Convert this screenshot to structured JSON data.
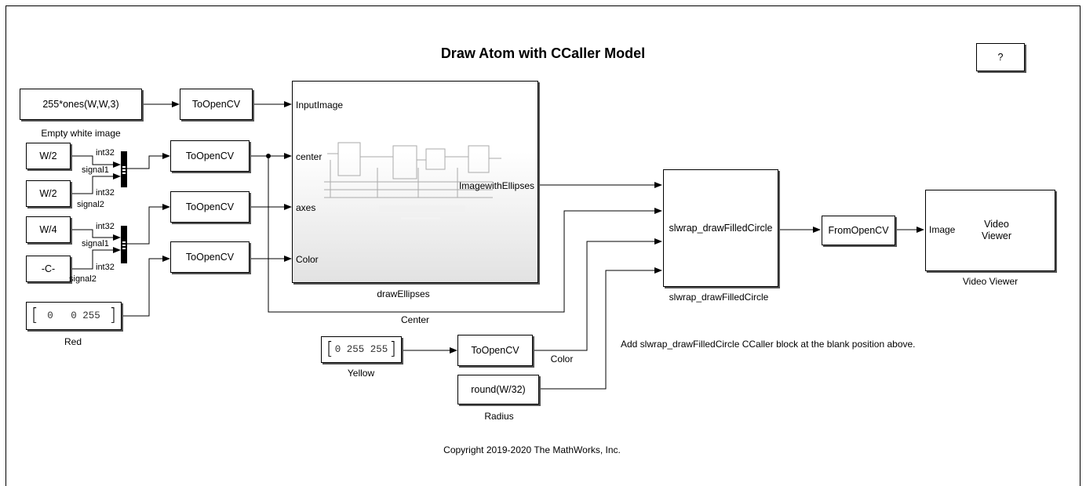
{
  "title": "Draw Atom with CCaller Model",
  "help_block": "?",
  "blocks": {
    "empty_white_image": {
      "text": "255*ones(W,W,3)",
      "caption": "Empty white image"
    },
    "w2_a": "W/2",
    "w2_b": "W/2",
    "w4": "W/4",
    "const_c": "-C-",
    "red": {
      "value": "0   0 255",
      "caption": "Red"
    },
    "yellow": {
      "value": "0 255 255",
      "caption": "Yellow"
    },
    "radius": {
      "text": "round(W/32)",
      "caption": "Radius"
    },
    "to_opencv_1": "ToOpenCV",
    "to_opencv_2": "ToOpenCV",
    "to_opencv_3": "ToOpenCV",
    "to_opencv_4": "ToOpenCV",
    "to_opencv_5": "ToOpenCV",
    "draw_ellipses": {
      "caption": "drawEllipses",
      "in_ports": [
        "InputImage",
        "center",
        "axes",
        "Color"
      ],
      "out_port": "ImagewithEllipses"
    },
    "filled_circle": {
      "text": "slwrap_drawFilledCircle",
      "caption": "slwrap_drawFilledCircle"
    },
    "from_opencv": "FromOpenCV",
    "video_viewer": {
      "port": "Image",
      "text_line1": "Video",
      "text_line2": "Viewer",
      "caption": "Video Viewer"
    }
  },
  "signal_labels": {
    "int32_a": "int32",
    "signal1_a": "signal1",
    "int32_b": "int32",
    "signal2_a": "signal2",
    "int32_c": "int32",
    "signal1_b": "signal1",
    "int32_d": "int32",
    "signal2_b": "signal2",
    "center": "Center",
    "color": "Color"
  },
  "annotation": "Add slwrap_drawFilledCircle CCaller block at the blank position above.",
  "copyright": "Copyright 2019-2020 The MathWorks, Inc."
}
